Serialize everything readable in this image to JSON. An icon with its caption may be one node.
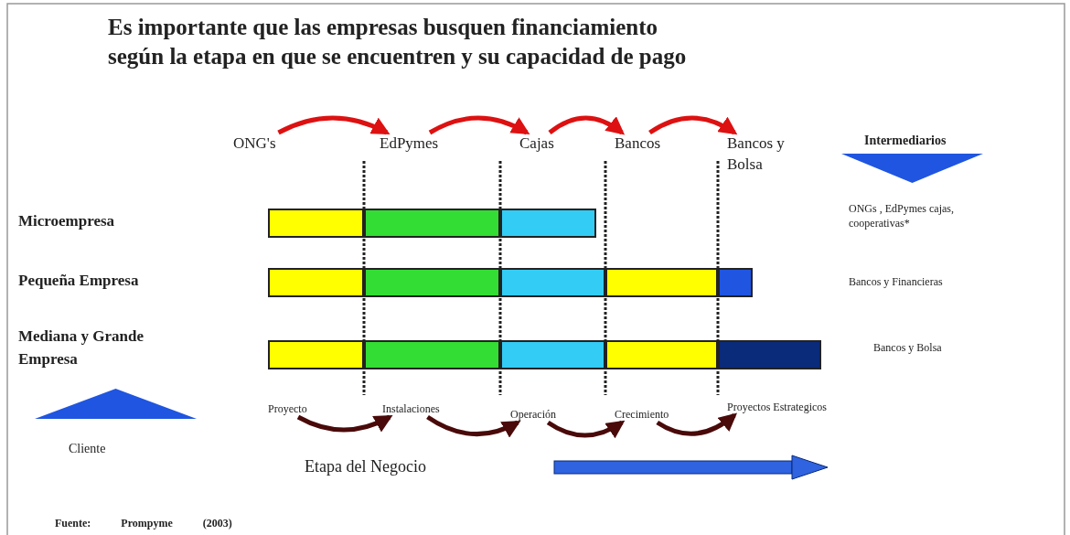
{
  "diagram": {
    "title": "Es importante que las empresas busquen financiamiento según la etapa en que se encuentren y su capacidad de pago",
    "nodes": [
      {
        "text": [
          "ONG's"
        ]
      },
      {
        "text": [
          "EdPymes"
        ]
      },
      {
        "text": [
          "Cajas"
        ]
      },
      {
        "text": [
          "Bancos"
        ]
      },
      {
        "text": [
          "Bancos y Bolsa"
        ]
      },
      {
        "text": [
          "Proyecto"
        ]
      },
      {
        "text": [
          "Instalaciones"
        ]
      },
      {
        "text": [
          "Operación"
        ]
      },
      {
        "text": [
          "Crecimiento"
        ]
      },
      {
        "text": [
          "Proyectos Estrategicos"
        ]
      },
      {
        "text": [],
        "shape": "bar"
      },
      {
        "text": [],
        "shape": "bar"
      },
      {
        "text": [],
        "shape": "bar"
      },
      {
        "text": [],
        "shape": "bar"
      },
      {
        "text": [],
        "shape": "bar"
      },
      {
        "text": [],
        "shape": "bar"
      },
      {
        "text": [],
        "shape": "bar"
      },
      {
        "text": [],
        "shape": "bar"
      },
      {
        "text": [],
        "shape": "bar"
      },
      {
        "text": [],
        "shape": "bar"
      },
      {
        "text": [],
        "shape": "bar"
      },
      {
        "text": [],
        "shape": "bar"
      },
      {
        "text": [],
        "shape": "bar"
      },
      {
        "text": [],
        "shape": "triangle"
      },
      {
        "text": [],
        "shape": "triangle"
      }
    ],
    "edges": [
      {
        "from": 0,
        "to": 1,
        "arrow": "to",
        "color": "#dd1111"
      },
      {
        "from": 1,
        "to": 2,
        "arrow": "to",
        "color": "#dd1111"
      },
      {
        "from": 2,
        "to": 3,
        "arrow": "to",
        "color": "#dd1111"
      },
      {
        "from": 3,
        "to": 4,
        "arrow": "to",
        "color": "#dd1111"
      },
      {
        "from": 5,
        "to": 6,
        "arrow": "to",
        "color": "#4a0a0a"
      },
      {
        "from": 6,
        "to": 7,
        "arrow": "to",
        "color": "#4a0a0a"
      },
      {
        "from": 7,
        "to": 8,
        "arrow": "to",
        "color": "#4a0a0a"
      },
      {
        "from": 8,
        "to": 9,
        "arrow": "to",
        "color": "#4a0a0a"
      }
    ],
    "labels": [
      "Intermediarios",
      "Microempresa",
      "ONGs , EdPymes cajas, cooperativas*",
      "Pequeña Empresa",
      "Bancos y Financieras",
      "Mediana y Grande Empresa",
      "Bancos y Bolsa",
      "Cliente",
      "Etapa del Negocio",
      "Fuente: Prompyme (2003)"
    ]
  }
}
